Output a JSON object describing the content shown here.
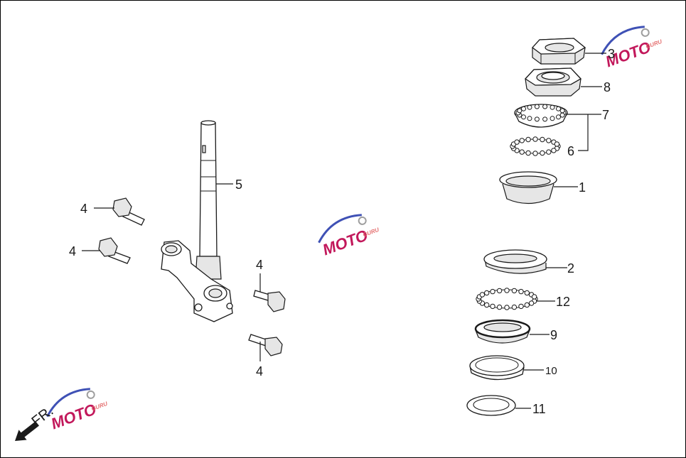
{
  "diagram": {
    "direction_label": "FR.",
    "watermark": {
      "text_main": "MOTO",
      "text_sub": "GURU",
      "color_main": "#c2185b",
      "color_sub": "#e57373",
      "color_swoosh": "#3f51b5",
      "color_gear": "#9e9e9e"
    },
    "callouts": [
      {
        "id": "p3",
        "label": "3"
      },
      {
        "id": "p8",
        "label": "8"
      },
      {
        "id": "p7",
        "label": "7"
      },
      {
        "id": "p6",
        "label": "6"
      },
      {
        "id": "p1",
        "label": "1"
      },
      {
        "id": "p5",
        "label": "5"
      },
      {
        "id": "p4a",
        "label": "4"
      },
      {
        "id": "p4b",
        "label": "4"
      },
      {
        "id": "p4c",
        "label": "4"
      },
      {
        "id": "p4d",
        "label": "4"
      },
      {
        "id": "p2",
        "label": "2"
      },
      {
        "id": "p12",
        "label": "12"
      },
      {
        "id": "p9",
        "label": "9"
      },
      {
        "id": "p10",
        "label": "10"
      },
      {
        "id": "p11",
        "label": "11"
      }
    ]
  }
}
